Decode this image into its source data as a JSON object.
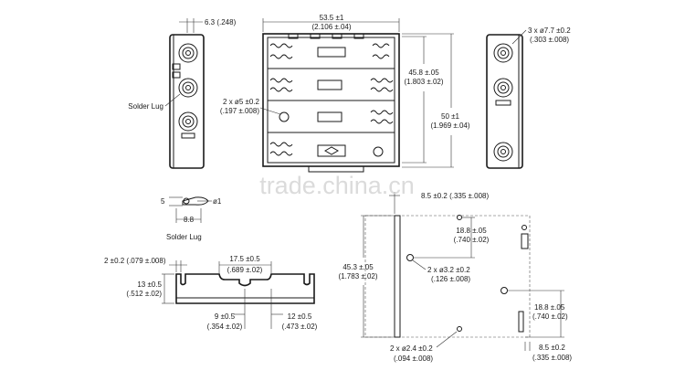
{
  "watermark": "trade.china.cn",
  "labels": {
    "side_width": "6.3 (.248)",
    "solder_lug": "Solder Lug",
    "lug_view_label": "Solder Lug",
    "lug_h": "5",
    "lug_hole": "ø1",
    "lug_len": "8.8",
    "top_width_1": "53.5 ±1",
    "top_width_2": "(2.106 ±.04)",
    "hole5_1": "2 x ø5 ±0.2",
    "hole5_2": "(.197 ±.008)",
    "inner_h_1": "45.8 ±.05",
    "inner_h_2": "(1.803 ±.02)",
    "outer_h_1": "50 ±1",
    "outer_h_2": "(1.969 ±.04)",
    "right_hole_1": "3 x ø7.7 ±0.2",
    "right_hole_2": "(.303 ±.008)",
    "bottom_cut": "8.5 ±0.2 (.335 ±.008)",
    "wall_1": "2 ±0.2 (.079 ±.008)",
    "side_h_1": "13 ±0.5",
    "side_h_2": "(.512 ±.02)",
    "slot_w_1": "17.5 ±0.5",
    "slot_w_2": "(.689 ±.02)",
    "slot9_1": "9 ±0.5",
    "slot9_2": "(.354 ±.02)",
    "slot12_1": "12 ±0.5",
    "slot12_2": "(.473 ±.02)",
    "base_h_1": "45.3 ±.05",
    "base_h_2": "(1.783 ±.02)",
    "gap_upper_1": "18.8 ±.05",
    "gap_upper_2": "(.740 ±.02)",
    "hole32_1": "2 x ø3.2 ±0.2",
    "hole32_2": "(.126 ±.008)",
    "gap_lower_1": "18.8 ±.05",
    "gap_lower_2": "(.740 ±.02)",
    "hole24_1": "2 x ø2.4 ±0.2",
    "hole24_2": "(.094 ±.008)",
    "corner_1": "8.5 ±0.2",
    "corner_2": "(.335 ±.008)"
  }
}
